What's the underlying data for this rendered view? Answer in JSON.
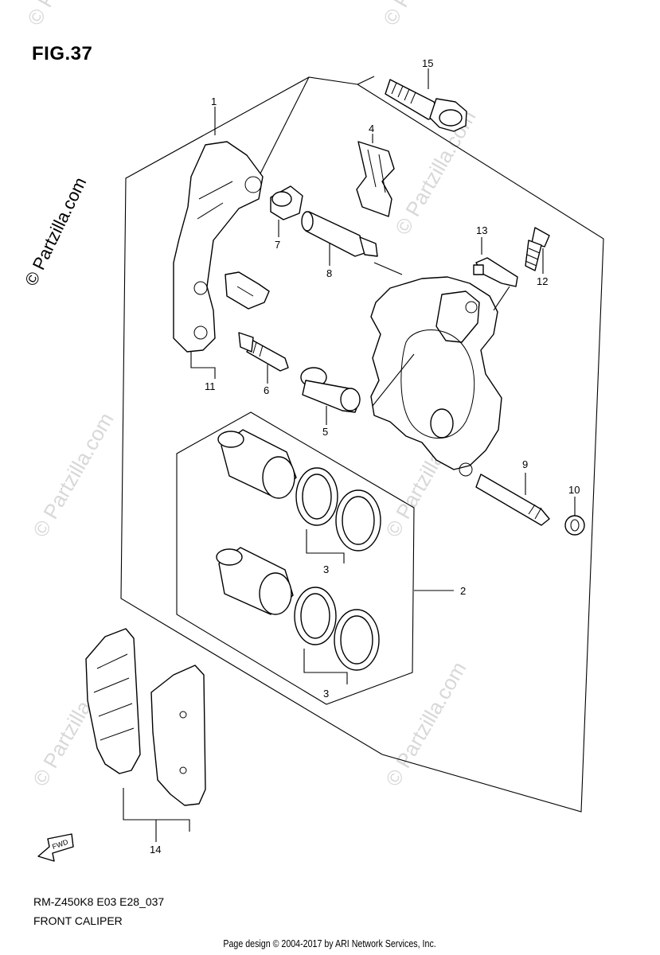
{
  "figure": {
    "title": "FIG.37"
  },
  "watermark": {
    "text": "© Partzilla.com"
  },
  "callouts": [
    "1",
    "2",
    "3",
    "3",
    "4",
    "5",
    "6",
    "7",
    "8",
    "9",
    "10",
    "11",
    "12",
    "13",
    "14",
    "15"
  ],
  "footer": {
    "model_code": "RM-Z450K8 E03 E28_037",
    "caption": "FRONT CALIPER",
    "copyright": "Page design © 2004-2017 by ARI Network Services, Inc."
  },
  "fwd_label": "FWD"
}
